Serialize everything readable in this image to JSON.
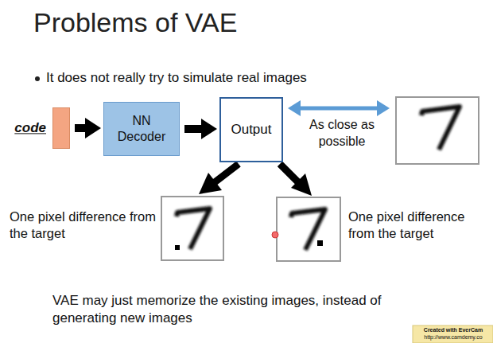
{
  "diagram": {
    "title": "Problems of VAE",
    "nodes": [
      {
        "text": [
          "code"
        ]
      },
      {
        "text": [
          "NN Decoder"
        ]
      },
      {
        "text": [
          "Output"
        ]
      }
    ],
    "edges": [
      {
        "from": 0,
        "to": 1,
        "arrow": "to"
      },
      {
        "from": 1,
        "to": 2,
        "arrow": "to"
      }
    ],
    "labels": [
      "It does not really try to simulate real images",
      "As close as possible",
      "One pixel difference from the target",
      "One pixel difference from the target",
      "VAE may just memorize the existing images, instead of generating new images",
      "Created with EverCam",
      "http://www.camdemy.co"
    ]
  }
}
